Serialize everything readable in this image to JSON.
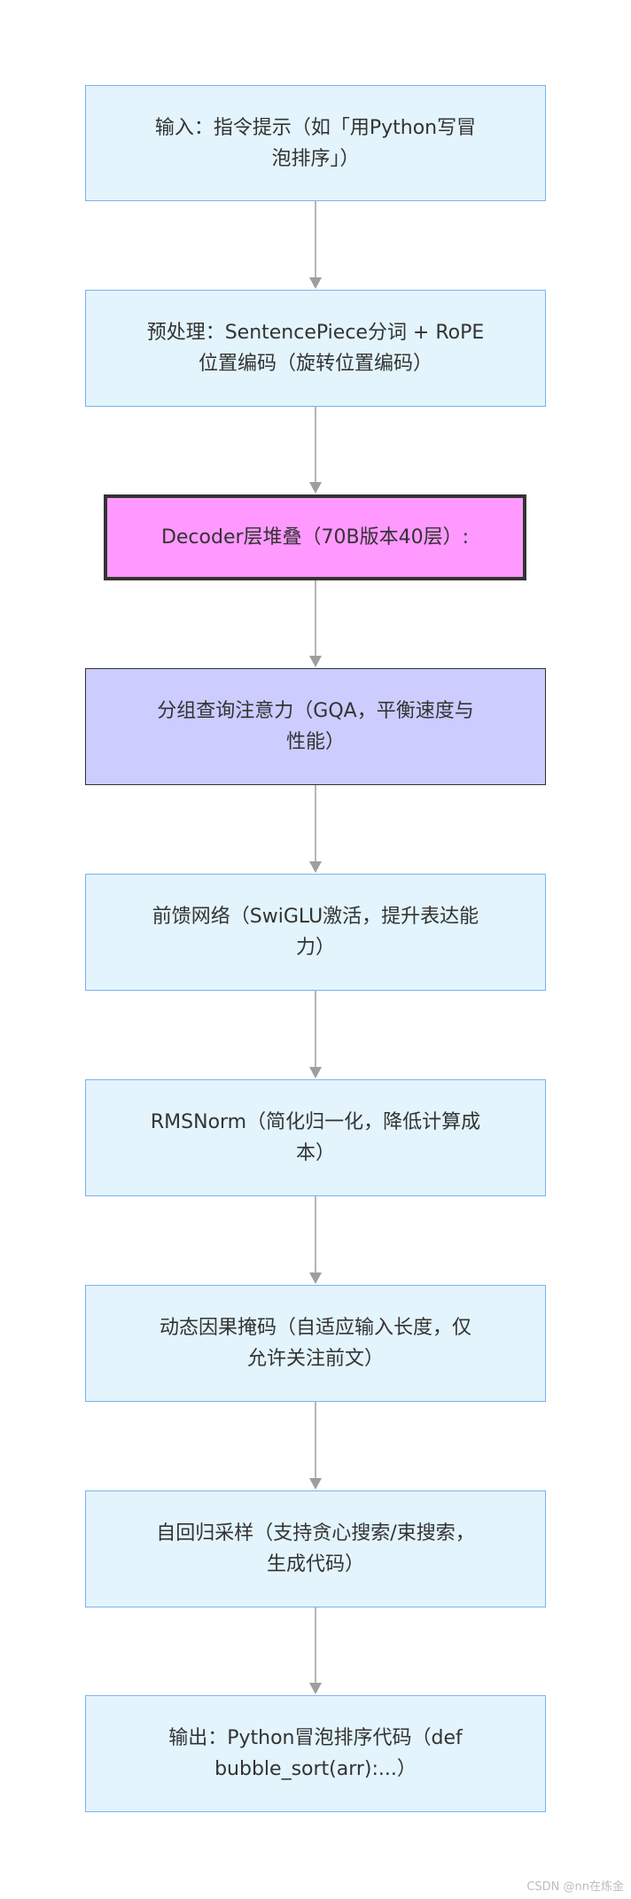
{
  "diagram": {
    "nodes": [
      {
        "id": "input",
        "style": "default",
        "lines": [
          "输入：指令提示（如「用Python写冒",
          "泡排序」）"
        ]
      },
      {
        "id": "preprocess",
        "style": "default",
        "lines": [
          "预处理：SentencePiece分词 + RoPE",
          "位置编码（旋转位置编码）"
        ]
      },
      {
        "id": "decoder-stack",
        "style": "pink",
        "lines": [
          "Decoder层堆叠（70B版本40层）:"
        ]
      },
      {
        "id": "gqa",
        "style": "purple",
        "lines": [
          "分组查询注意力（GQA，平衡速度与",
          "性能）"
        ]
      },
      {
        "id": "ffn",
        "style": "default",
        "lines": [
          "前馈网络（SwiGLU激活，提升表达能",
          "力）"
        ]
      },
      {
        "id": "rmsnorm",
        "style": "default",
        "lines": [
          "RMSNorm（简化归一化，降低计算成",
          "本）"
        ]
      },
      {
        "id": "causal-mask",
        "style": "default",
        "lines": [
          "动态因果掩码（自适应输入长度，仅",
          "允许关注前文）"
        ]
      },
      {
        "id": "sampling",
        "style": "default",
        "lines": [
          "自回归采样（支持贪心搜索/束搜索，",
          "生成代码）"
        ]
      },
      {
        "id": "output",
        "style": "default",
        "lines": [
          "输出：Python冒泡排序代码（def",
          "bubble_sort(arr):...）"
        ]
      }
    ],
    "edges": [
      [
        "input",
        "preprocess"
      ],
      [
        "preprocess",
        "decoder-stack"
      ],
      [
        "decoder-stack",
        "gqa"
      ],
      [
        "gqa",
        "ffn"
      ],
      [
        "ffn",
        "rmsnorm"
      ],
      [
        "rmsnorm",
        "causal-mask"
      ],
      [
        "causal-mask",
        "sampling"
      ],
      [
        "sampling",
        "output"
      ]
    ],
    "colors": {
      "default_fill": "#e3f4fc",
      "default_border": "#7cb2f2",
      "pink_fill": "#ff99ff",
      "purple_fill": "#ccccff",
      "dark_border": "#333333",
      "edge": "#9e9e9e",
      "text": "#333333"
    }
  },
  "watermark": "CSDN @nn在炼金"
}
